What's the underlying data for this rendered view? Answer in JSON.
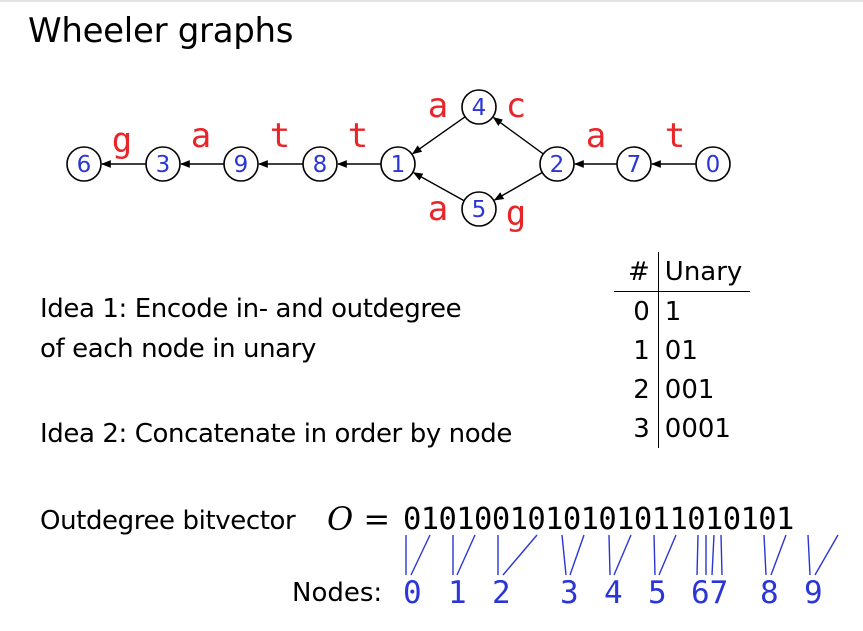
{
  "title": "Wheeler graphs",
  "graph": {
    "nodes": [
      {
        "id": "6",
        "label": "6"
      },
      {
        "id": "3",
        "label": "3"
      },
      {
        "id": "9",
        "label": "9"
      },
      {
        "id": "8",
        "label": "8"
      },
      {
        "id": "1",
        "label": "1"
      },
      {
        "id": "4",
        "label": "4"
      },
      {
        "id": "5",
        "label": "5"
      },
      {
        "id": "2",
        "label": "2"
      },
      {
        "id": "7",
        "label": "7"
      },
      {
        "id": "0",
        "label": "0"
      }
    ],
    "edges": [
      {
        "from": "0",
        "to": "7",
        "label": "t"
      },
      {
        "from": "7",
        "to": "2",
        "label": "a"
      },
      {
        "from": "2",
        "to": "4",
        "label": "c"
      },
      {
        "from": "2",
        "to": "5",
        "label": "g"
      },
      {
        "from": "4",
        "to": "1",
        "label": "a"
      },
      {
        "from": "5",
        "to": "1",
        "label": "a"
      },
      {
        "from": "1",
        "to": "8",
        "label": "t"
      },
      {
        "from": "8",
        "to": "9",
        "label": "t"
      },
      {
        "from": "9",
        "to": "3",
        "label": "a"
      },
      {
        "from": "3",
        "to": "6",
        "label": "g"
      }
    ],
    "node_color": "#2a36d6",
    "edge_label_color": "#e8262a"
  },
  "ideas": {
    "idea1_line1": "Idea 1: Encode in- and outdegree",
    "idea1_line2": "of each node in unary",
    "idea2": "Idea 2: Concatenate in order by node"
  },
  "unary_table": {
    "headers": [
      "#",
      "Unary"
    ],
    "rows": [
      [
        "0",
        "1"
      ],
      [
        "1",
        "01"
      ],
      [
        "2",
        "001"
      ],
      [
        "3",
        "0001"
      ]
    ]
  },
  "bitvector": {
    "label": "Outdegree bitvector",
    "symbol": "O",
    "equals": "=",
    "bits": "0101001010101011010101",
    "nodes_label": "Nodes:",
    "node_numbers": [
      "0",
      "1",
      "2",
      "3",
      "4",
      "5",
      "67",
      "8",
      "9"
    ]
  }
}
